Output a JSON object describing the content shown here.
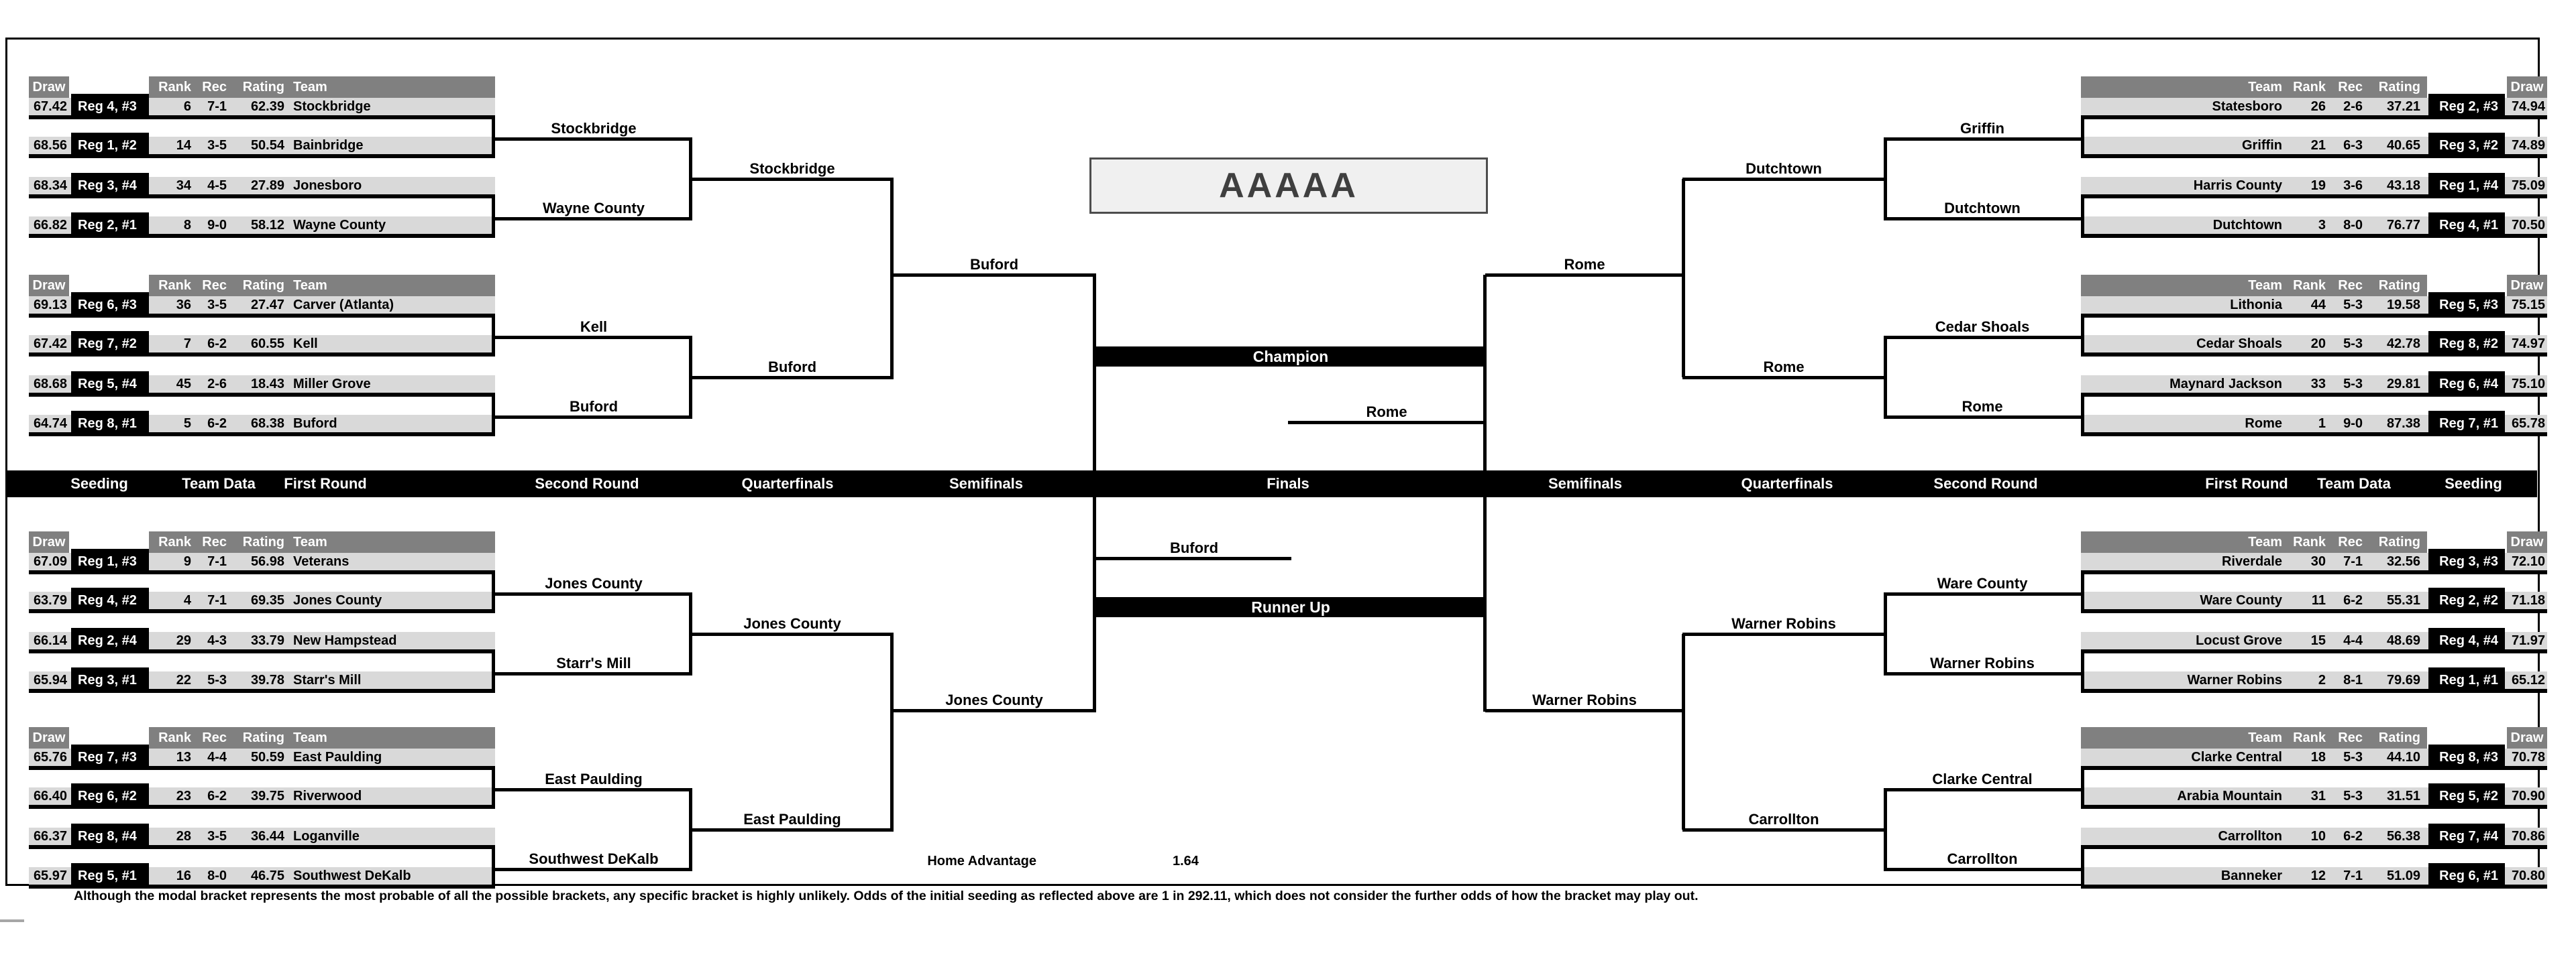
{
  "title": "AAAAA",
  "table_headers": {
    "draw": "Draw",
    "rank": "Rank",
    "rec": "Rec",
    "rating": "Rating",
    "team": "Team"
  },
  "round_labels": [
    "Seeding",
    "Team Data",
    "First Round",
    "Second Round",
    "Quarterfinals",
    "Semifinals",
    "Finals",
    "Semifinals",
    "Quarterfinals",
    "Second Round",
    "First Round",
    "Team Data",
    "Seeding"
  ],
  "left_quads": [
    {
      "teams": [
        {
          "draw": "67.42",
          "seed": "Reg 4, #3",
          "rank": "6",
          "rec": "7-1",
          "rating": "62.39",
          "team": "Stockbridge"
        },
        {
          "draw": "68.56",
          "seed": "Reg 1, #2",
          "rank": "14",
          "rec": "3-5",
          "rating": "50.54",
          "team": "Bainbridge"
        },
        {
          "draw": "68.34",
          "seed": "Reg 3, #4",
          "rank": "34",
          "rec": "4-5",
          "rating": "27.89",
          "team": "Jonesboro"
        },
        {
          "draw": "66.82",
          "seed": "Reg 2, #1",
          "rank": "8",
          "rec": "9-0",
          "rating": "58.12",
          "team": "Wayne County"
        }
      ]
    },
    {
      "teams": [
        {
          "draw": "69.13",
          "seed": "Reg 6, #3",
          "rank": "36",
          "rec": "3-5",
          "rating": "27.47",
          "team": "Carver (Atlanta)"
        },
        {
          "draw": "67.42",
          "seed": "Reg 7, #2",
          "rank": "7",
          "rec": "6-2",
          "rating": "60.55",
          "team": "Kell"
        },
        {
          "draw": "68.68",
          "seed": "Reg 5, #4",
          "rank": "45",
          "rec": "2-6",
          "rating": "18.43",
          "team": "Miller Grove"
        },
        {
          "draw": "64.74",
          "seed": "Reg 8, #1",
          "rank": "5",
          "rec": "6-2",
          "rating": "68.38",
          "team": "Buford"
        }
      ]
    },
    {
      "teams": [
        {
          "draw": "67.09",
          "seed": "Reg 1, #3",
          "rank": "9",
          "rec": "7-1",
          "rating": "56.98",
          "team": "Veterans"
        },
        {
          "draw": "63.79",
          "seed": "Reg 4, #2",
          "rank": "4",
          "rec": "7-1",
          "rating": "69.35",
          "team": "Jones County"
        },
        {
          "draw": "66.14",
          "seed": "Reg 2, #4",
          "rank": "29",
          "rec": "4-3",
          "rating": "33.79",
          "team": "New Hampstead"
        },
        {
          "draw": "65.94",
          "seed": "Reg 3, #1",
          "rank": "22",
          "rec": "5-3",
          "rating": "39.78",
          "team": "Starr's Mill"
        }
      ]
    },
    {
      "teams": [
        {
          "draw": "65.76",
          "seed": "Reg 7, #3",
          "rank": "13",
          "rec": "4-4",
          "rating": "50.59",
          "team": "East Paulding"
        },
        {
          "draw": "66.40",
          "seed": "Reg 6, #2",
          "rank": "23",
          "rec": "6-2",
          "rating": "39.75",
          "team": "Riverwood"
        },
        {
          "draw": "66.37",
          "seed": "Reg 8, #4",
          "rank": "28",
          "rec": "3-5",
          "rating": "36.44",
          "team": "Loganville"
        },
        {
          "draw": "65.97",
          "seed": "Reg 5, #1",
          "rank": "16",
          "rec": "8-0",
          "rating": "46.75",
          "team": "Southwest DeKalb"
        }
      ]
    }
  ],
  "right_quads": [
    {
      "teams": [
        {
          "draw": "74.94",
          "seed": "Reg 2, #3",
          "rank": "26",
          "rec": "2-6",
          "rating": "37.21",
          "team": "Statesboro"
        },
        {
          "draw": "74.89",
          "seed": "Reg 3, #2",
          "rank": "21",
          "rec": "6-3",
          "rating": "40.65",
          "team": "Griffin"
        },
        {
          "draw": "75.09",
          "seed": "Reg 1, #4",
          "rank": "19",
          "rec": "3-6",
          "rating": "43.18",
          "team": "Harris County"
        },
        {
          "draw": "70.50",
          "seed": "Reg 4, #1",
          "rank": "3",
          "rec": "8-0",
          "rating": "76.77",
          "team": "Dutchtown"
        }
      ]
    },
    {
      "teams": [
        {
          "draw": "75.15",
          "seed": "Reg 5, #3",
          "rank": "44",
          "rec": "5-3",
          "rating": "19.58",
          "team": "Lithonia"
        },
        {
          "draw": "74.97",
          "seed": "Reg 8, #2",
          "rank": "20",
          "rec": "5-3",
          "rating": "42.78",
          "team": "Cedar Shoals"
        },
        {
          "draw": "75.10",
          "seed": "Reg 6, #4",
          "rank": "33",
          "rec": "5-3",
          "rating": "29.81",
          "team": "Maynard Jackson"
        },
        {
          "draw": "65.78",
          "seed": "Reg 7, #1",
          "rank": "1",
          "rec": "9-0",
          "rating": "87.38",
          "team": "Rome"
        }
      ]
    },
    {
      "teams": [
        {
          "draw": "72.10",
          "seed": "Reg 3, #3",
          "rank": "30",
          "rec": "7-1",
          "rating": "32.56",
          "team": "Riverdale"
        },
        {
          "draw": "71.18",
          "seed": "Reg 2, #2",
          "rank": "11",
          "rec": "6-2",
          "rating": "55.31",
          "team": "Ware County"
        },
        {
          "draw": "71.97",
          "seed": "Reg 4, #4",
          "rank": "15",
          "rec": "4-4",
          "rating": "48.69",
          "team": "Locust Grove"
        },
        {
          "draw": "65.12",
          "seed": "Reg 1, #1",
          "rank": "2",
          "rec": "8-1",
          "rating": "79.69",
          "team": "Warner Robins"
        }
      ]
    },
    {
      "teams": [
        {
          "draw": "70.78",
          "seed": "Reg 8, #3",
          "rank": "18",
          "rec": "5-3",
          "rating": "44.10",
          "team": "Clarke Central"
        },
        {
          "draw": "70.90",
          "seed": "Reg 5, #2",
          "rank": "31",
          "rec": "5-3",
          "rating": "31.51",
          "team": "Arabia Mountain"
        },
        {
          "draw": "70.86",
          "seed": "Reg 7, #4",
          "rank": "10",
          "rec": "6-2",
          "rating": "56.38",
          "team": "Carrollton"
        },
        {
          "draw": "70.80",
          "seed": "Reg 6, #1",
          "rank": "12",
          "rec": "7-1",
          "rating": "51.09",
          "team": "Banneker"
        }
      ]
    }
  ],
  "advancements": {
    "left_second_round": [
      "Stockbridge",
      "Wayne County",
      "Kell",
      "Buford",
      "Jones County",
      "Starr's Mill",
      "East Paulding",
      "Southwest DeKalb"
    ],
    "left_quarterfinals": [
      "Stockbridge",
      "Buford",
      "Jones County",
      "East Paulding"
    ],
    "left_semifinals": [
      "Buford",
      "Jones County"
    ],
    "right_second_round": [
      "Griffin",
      "Dutchtown",
      "Cedar Shoals",
      "Rome",
      "Ware County",
      "Warner Robins",
      "Clarke Central",
      "Carrollton"
    ],
    "right_quarterfinals": [
      "Dutchtown",
      "Rome",
      "Warner Robins",
      "Carrollton"
    ],
    "right_semifinals": [
      "Rome",
      "Warner Robins"
    ],
    "champion_bar": "Champion",
    "champion_team": "Rome",
    "runner_up_bar": "Runner Up",
    "runner_up_team": "Buford"
  },
  "home_advantage": {
    "label": "Home Advantage",
    "value": "1.64"
  },
  "footnote": "Although the modal bracket represents the most probable of all the possible brackets, any specific bracket is highly unlikely.  Odds of the initial seeding as reflected above are 1 in 292.11, which does not consider the further odds of how the bracket may play out."
}
